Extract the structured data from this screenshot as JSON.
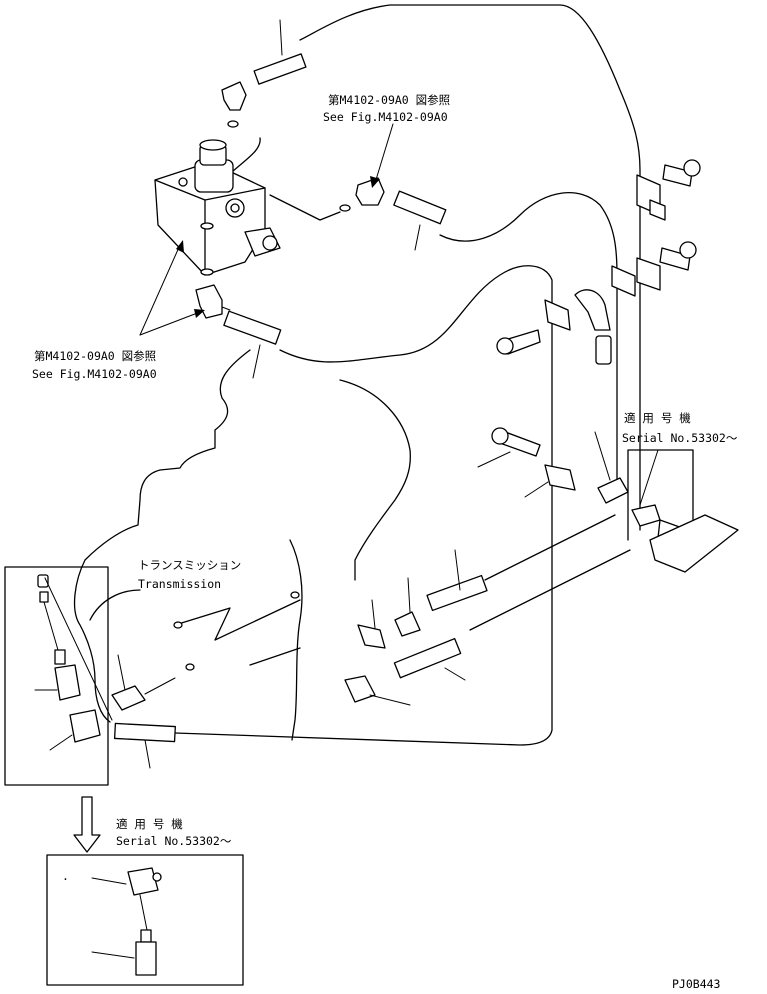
{
  "labels": {
    "ref_fig_top_jp": "第M4102-09A0 図参照",
    "ref_fig_top_en": "See Fig.M4102-09A0",
    "ref_fig_left_jp": "第M4102-09A0 図参照",
    "ref_fig_left_en": "See Fig.M4102-09A0",
    "serial_right_jp": "適 用 号 機",
    "serial_right_en": "Serial No.53302～",
    "transmission_jp": "トランスミッション",
    "transmission_en": "Transmission",
    "serial_bottom_jp": "適 用 号 機",
    "serial_bottom_en": "Serial No.53302～",
    "drawing_code": "PJ0B443"
  }
}
